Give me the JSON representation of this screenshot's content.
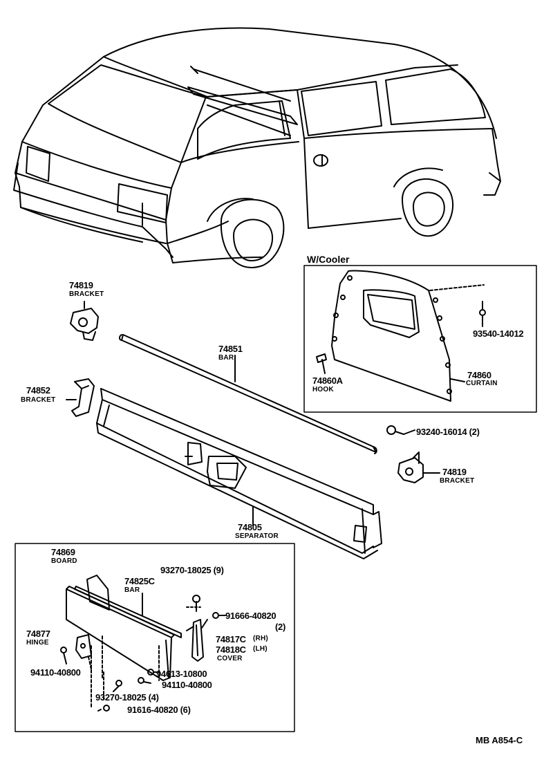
{
  "inset_cooler": {
    "title": "W/Cooler"
  },
  "footer": {
    "code": "MB  A854-C"
  },
  "labels": [
    {
      "id": "p74819a",
      "text": "74819"
    },
    {
      "id": "n74819a",
      "text": "BRACKET"
    },
    {
      "id": "p74852",
      "text": "74852"
    },
    {
      "id": "n74852",
      "text": "BRACKET"
    },
    {
      "id": "p74851",
      "text": "74851"
    },
    {
      "id": "n74851",
      "text": "BAR"
    },
    {
      "id": "p74805",
      "text": "74805"
    },
    {
      "id": "n74805",
      "text": "SEPARATOR"
    },
    {
      "id": "p93540",
      "text": "93540-14012"
    },
    {
      "id": "p74860",
      "text": "74860"
    },
    {
      "id": "n74860",
      "text": "CURTAIN"
    },
    {
      "id": "p74860a",
      "text": "74860A"
    },
    {
      "id": "n74860a",
      "text": "HOOK"
    },
    {
      "id": "p93240",
      "text": "93240-16014 (2)"
    },
    {
      "id": "p74819b",
      "text": "74819"
    },
    {
      "id": "n74819b",
      "text": "BRACKET"
    },
    {
      "id": "p74869",
      "text": "74869"
    },
    {
      "id": "n74869",
      "text": "BOARD"
    },
    {
      "id": "p93270a",
      "text": "93270-18025 (9)"
    },
    {
      "id": "p74825c",
      "text": "74825C"
    },
    {
      "id": "n74825c",
      "text": "BAR"
    },
    {
      "id": "p91666",
      "text": "91666-40820"
    },
    {
      "id": "q91666",
      "text": "(2)"
    },
    {
      "id": "p74877",
      "text": "74877"
    },
    {
      "id": "n74877",
      "text": "HINGE"
    },
    {
      "id": "p74817c",
      "text": "74817C"
    },
    {
      "id": "s74817c",
      "text": "(RH)"
    },
    {
      "id": "p74818c",
      "text": "74818C"
    },
    {
      "id": "s74818c",
      "text": "(LH)"
    },
    {
      "id": "n7481xc",
      "text": "COVER"
    },
    {
      "id": "p94110a",
      "text": "94110-40800"
    },
    {
      "id": "p94613",
      "text": "94613-10800"
    },
    {
      "id": "p94110b",
      "text": "94110-40800"
    },
    {
      "id": "p93270b",
      "text": "93270-18025 (4)"
    },
    {
      "id": "p91616",
      "text": "91616-40820 (6)"
    }
  ]
}
